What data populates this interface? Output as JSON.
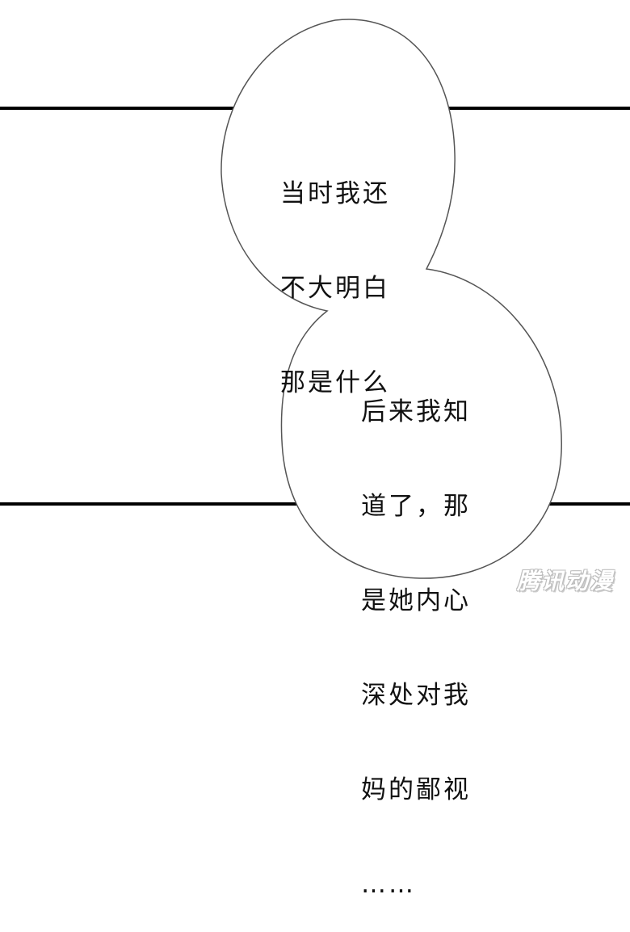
{
  "bubbles": [
    {
      "lines": [
        "当时我还",
        "不大明白",
        "那是什么"
      ]
    },
    {
      "lines": [
        "后来我知",
        "道了，那",
        "是她内心",
        "深处对我",
        "妈的鄙视",
        "……"
      ]
    }
  ],
  "watermark": "腾讯动漫",
  "colors": {
    "background": "#ffffff",
    "border": "#000000",
    "bubble_outline": "#555555"
  }
}
